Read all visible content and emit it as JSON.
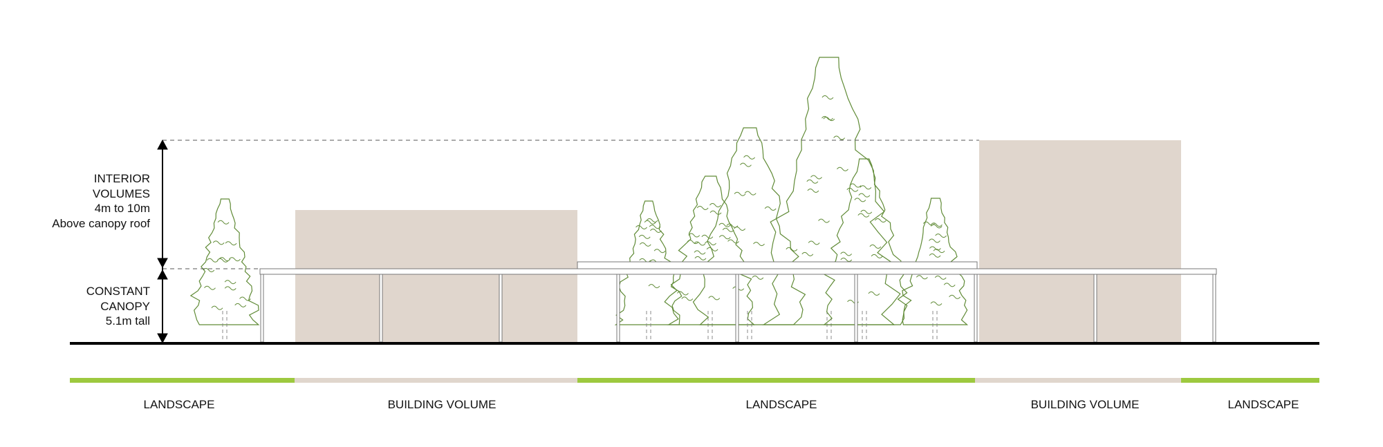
{
  "dimensions": {
    "interior": [
      "INTERIOR",
      "VOLUMES",
      "4m to 10m",
      "Above canopy roof"
    ],
    "canopy": [
      "CONSTANT",
      "CANOPY",
      "5.1m tall"
    ]
  },
  "zones": [
    {
      "label": "LANDSCAPE",
      "type": "landscape"
    },
    {
      "label": "BUILDING VOLUME",
      "type": "building"
    },
    {
      "label": "LANDSCAPE",
      "type": "landscape"
    },
    {
      "label": "BUILDING VOLUME",
      "type": "building"
    },
    {
      "label": "LANDSCAPE",
      "type": "landscape"
    }
  ],
  "colors": {
    "landscape": "#9dc93f",
    "building": "#e0d6cd",
    "tree": "#5f8a35",
    "line": "#111111"
  }
}
